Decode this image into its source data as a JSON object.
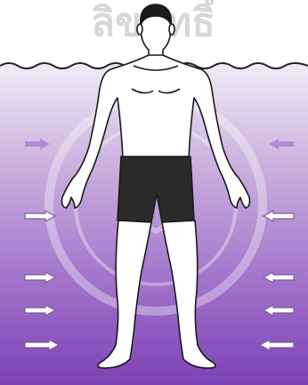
{
  "diagram": {
    "water_colors": {
      "surface": "#ffffff",
      "top": "#f1ebf6",
      "mid": "#c7abdc",
      "deep": "#9f6fc9",
      "bottom": "#7d42b6"
    },
    "figure": {
      "outline_color": "#1a1a1a",
      "skin_color": "#ffffff",
      "trunks_color": "#2a2a2a"
    },
    "arrows": {
      "left_side_direction": "right",
      "right_side_direction": "left",
      "rows": 5,
      "shading": [
        "#b38ad6",
        "#ffffff",
        "#ffffff",
        "#ffffff",
        "#ffffff"
      ]
    },
    "icons": [
      "person-figure-icon",
      "arrow-right-icon",
      "arrow-left-icon",
      "watermark-seal-icon"
    ],
    "watermark": {
      "text": "ลิขสิทธิ์",
      "color": "#b7b7b7"
    }
  }
}
